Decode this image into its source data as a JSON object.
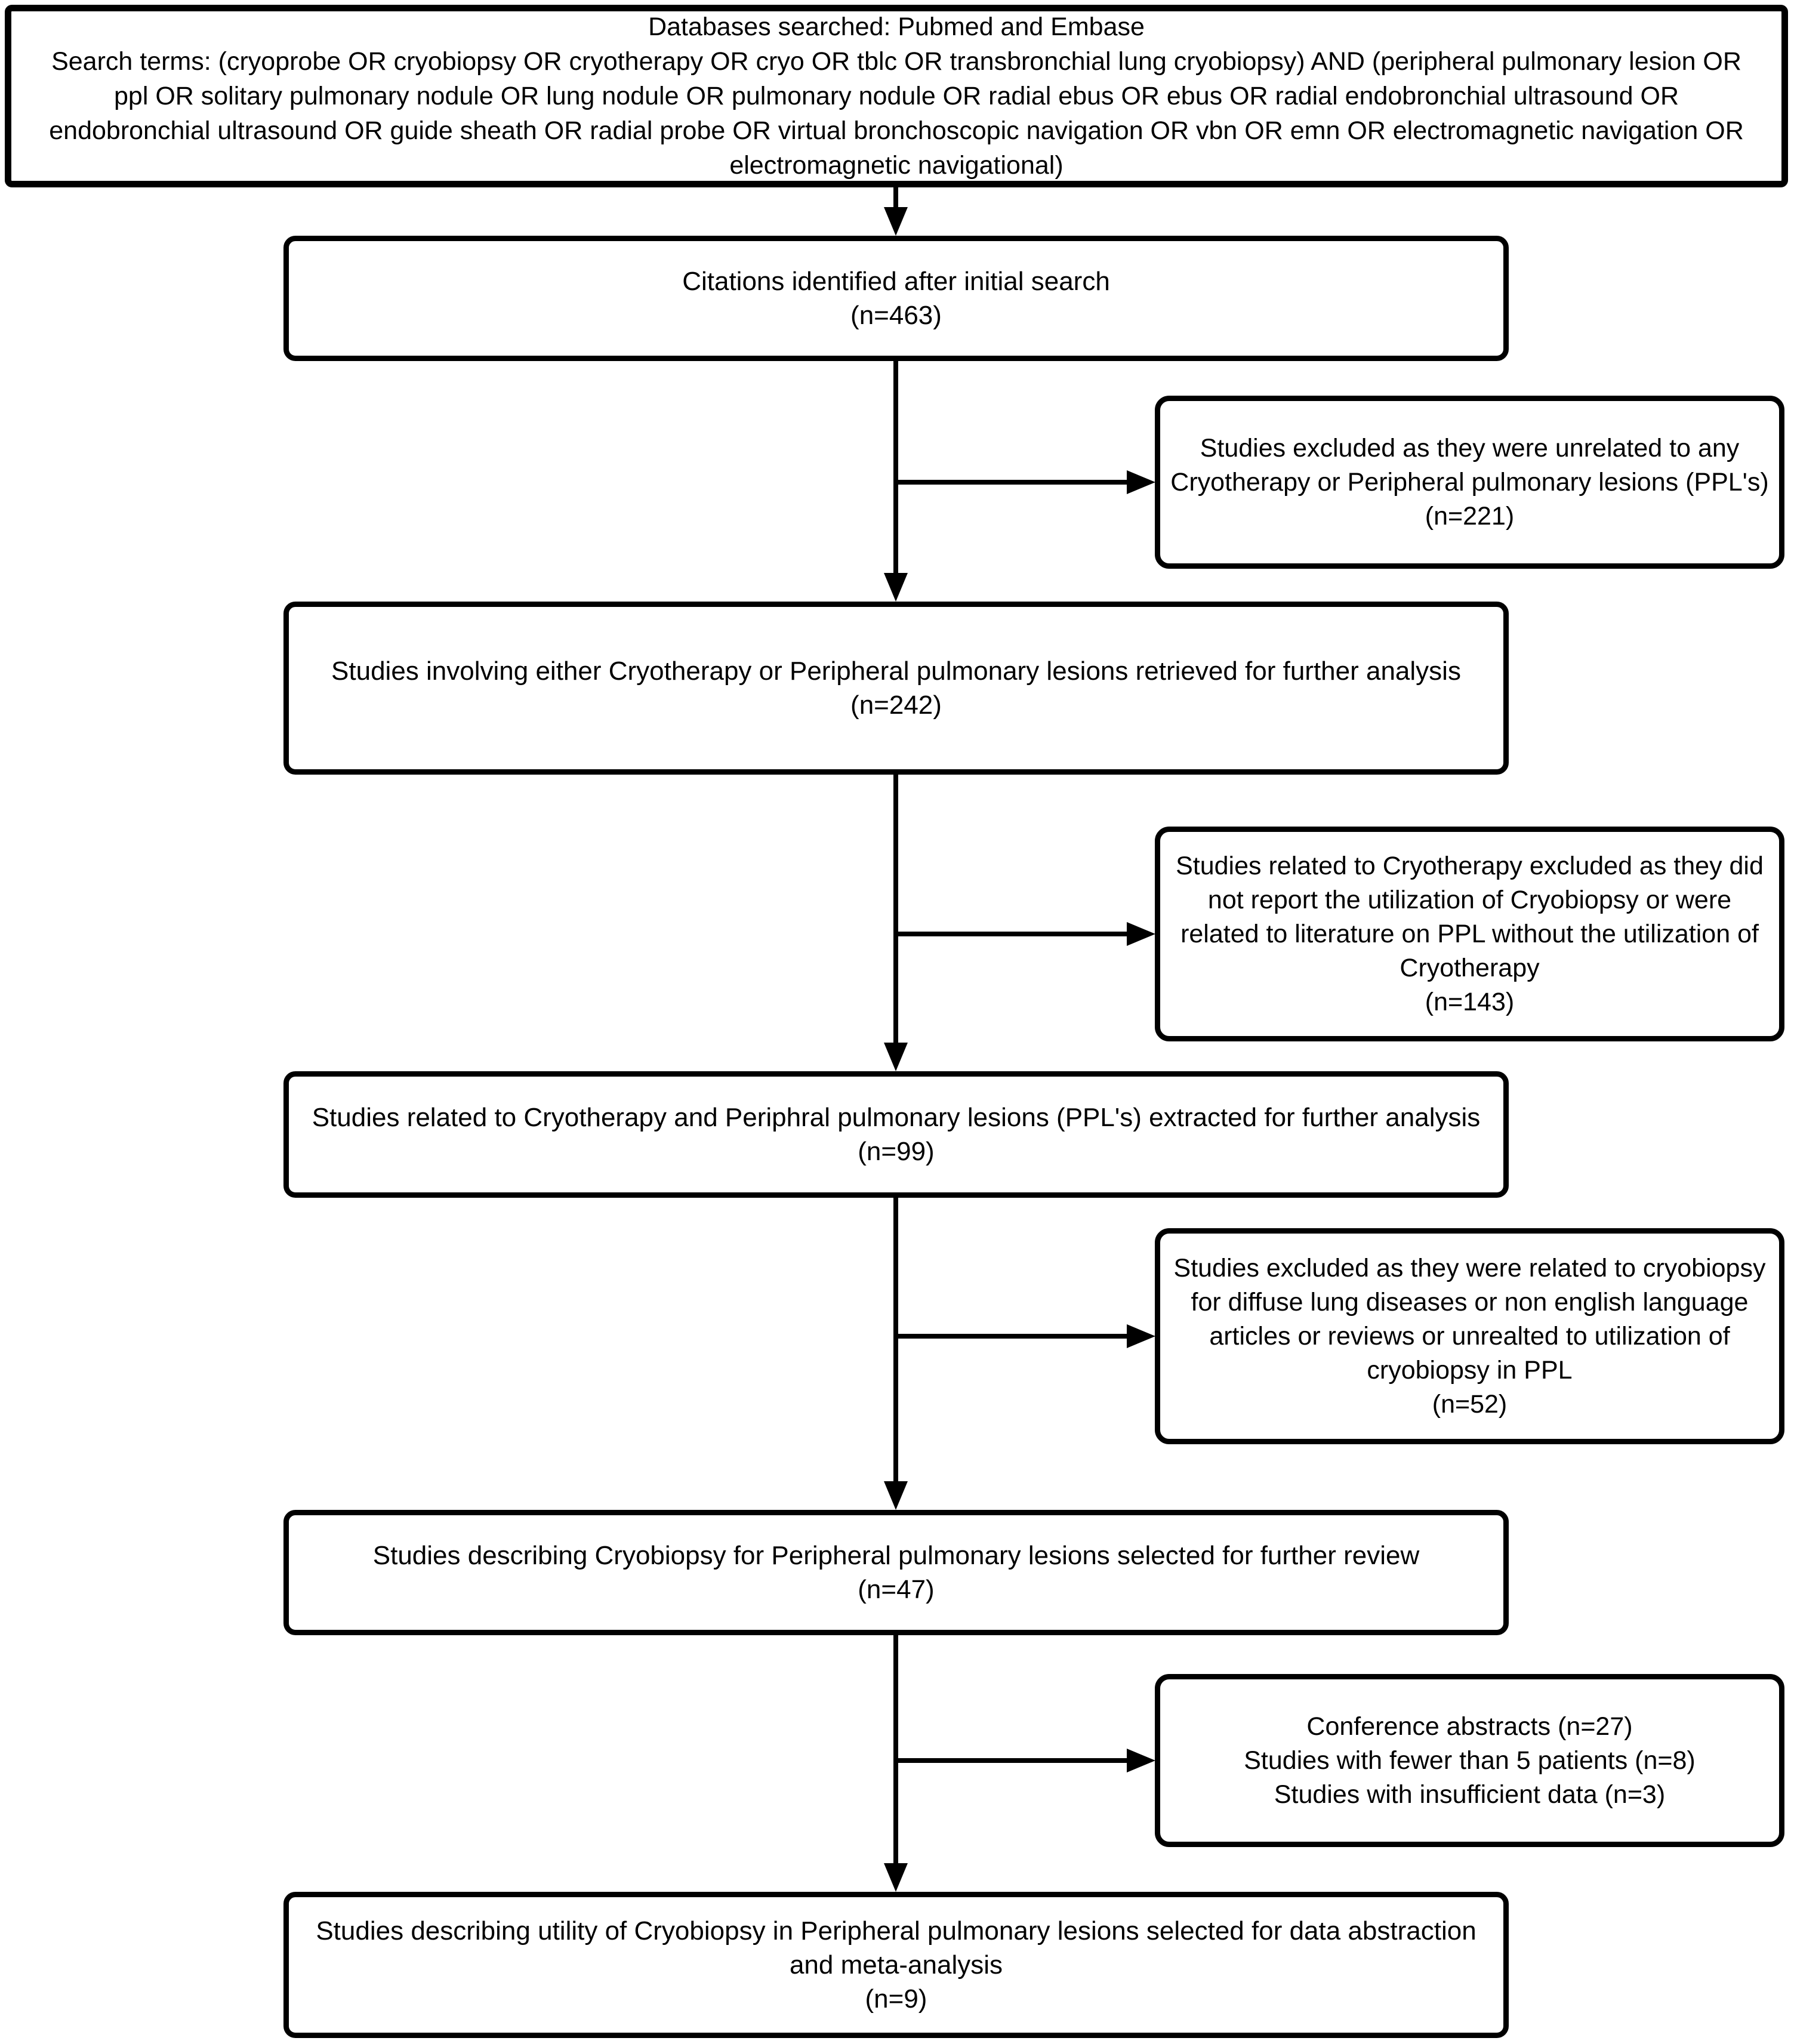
{
  "colors": {
    "ink": "#000000",
    "paper": "#ffffff"
  },
  "search_box": {
    "databases_line": "Databases searched: Pubmed and Embase",
    "search_terms_line": "Search terms: (cryoprobe OR cryobiopsy OR cryotherapy OR cryo OR tblc OR transbronchial lung cryobiopsy) AND (peripheral pulmonary lesion OR ppl OR solitary pulmonary nodule OR lung nodule OR pulmonary nodule OR radial ebus OR ebus OR radial endobronchial ultrasound OR endobronchial ultrasound OR guide sheath OR radial probe OR virtual bronchoscopic navigation OR vbn OR emn OR electromagnetic navigation OR electromagnetic navigational)"
  },
  "flow_boxes": [
    {
      "text": "Citations identified after initial search",
      "n": "(n=463)"
    },
    {
      "text": "Studies involving either Cryotherapy or Peripheral pulmonary lesions retrieved for further analysis",
      "n": "(n=242)"
    },
    {
      "text": "Studies related to Cryotherapy and Periphral pulmonary lesions (PPL's) extracted for further analysis",
      "n": "(n=99)"
    },
    {
      "text": "Studies describing Cryobiopsy for Peripheral pulmonary lesions selected for further review",
      "n": "(n=47)"
    },
    {
      "text": "Studies describing utility of Cryobiopsy in Peripheral pulmonary lesions  selected for data abstraction and meta-analysis",
      "n": "(n=9)"
    }
  ],
  "exclusion_boxes": [
    {
      "text": "Studies excluded as they were unrelated to any Cryotherapy or Peripheral pulmonary lesions (PPL's)",
      "n": "(n=221)"
    },
    {
      "text": "Studies related to Cryotherapy excluded as they did not report the utilization of Cryobiopsy or were related to literature on PPL without the utilization of Cryotherapy",
      "n": "(n=143)"
    },
    {
      "text": "Studies excluded as they were related to cryobiopsy for diffuse lung diseases or non english language articles or reviews or unrealted to utilization of cryobiopsy in PPL",
      "n": "(n=52)"
    },
    {
      "lines": [
        "Conference abstracts (n=27)",
        "Studies with fewer than 5 patients (n=8)",
        "Studies with insufficient data (n=3)"
      ]
    }
  ]
}
